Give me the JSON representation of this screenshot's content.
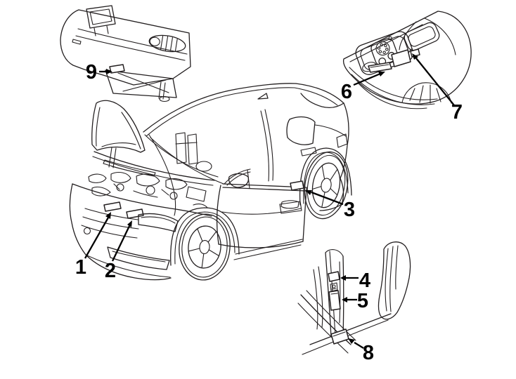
{
  "figure": {
    "background_color": "#ffffff",
    "line_color": "#231f20",
    "callout_color": "#000000"
  },
  "callouts": {
    "c1": {
      "label": "1"
    },
    "c2": {
      "label": "2"
    },
    "c3": {
      "label": "3"
    },
    "c4": {
      "label": "4"
    },
    "c5": {
      "label": "5"
    },
    "c6": {
      "label": "6"
    },
    "c7": {
      "label": "7"
    },
    "c8": {
      "label": "8"
    },
    "c9": {
      "label": "9"
    }
  }
}
